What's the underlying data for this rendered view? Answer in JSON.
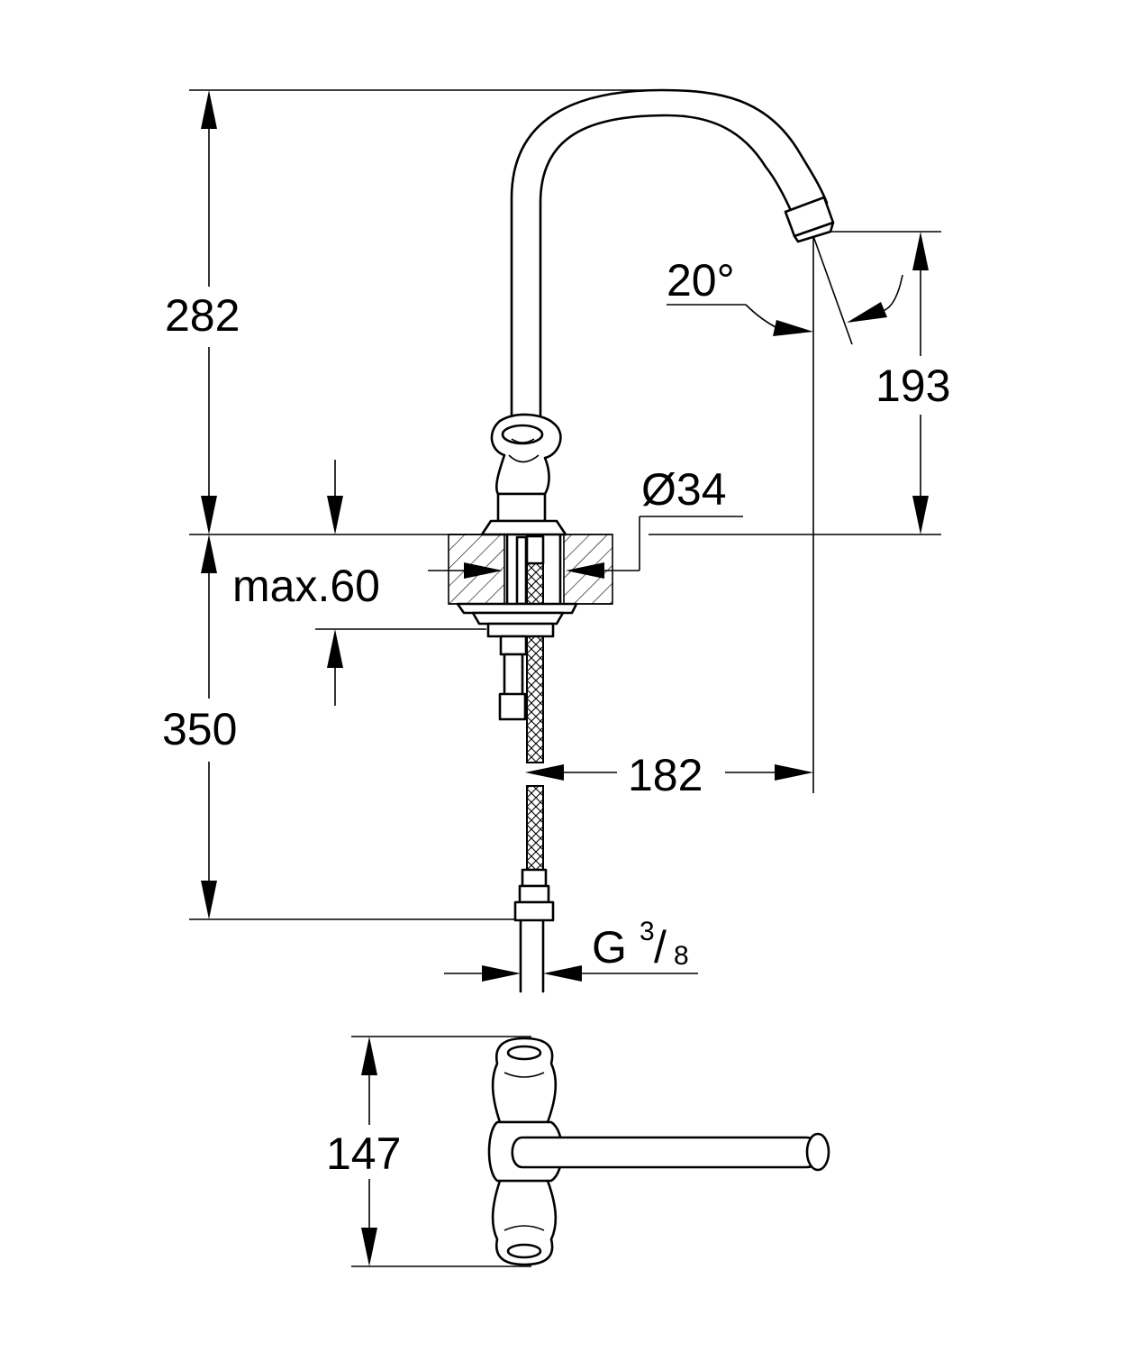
{
  "dimensions": {
    "height_top": "282",
    "height_bottom": "350",
    "spout_height": "193",
    "reach": "182",
    "angle": "20°",
    "hole_diameter": "Ø34",
    "max_thickness": "max.60",
    "thread_main": "G",
    "thread_num": "3",
    "thread_den": "8",
    "handle_width": "147"
  },
  "colors": {
    "line": "#000000",
    "background": "#ffffff"
  }
}
